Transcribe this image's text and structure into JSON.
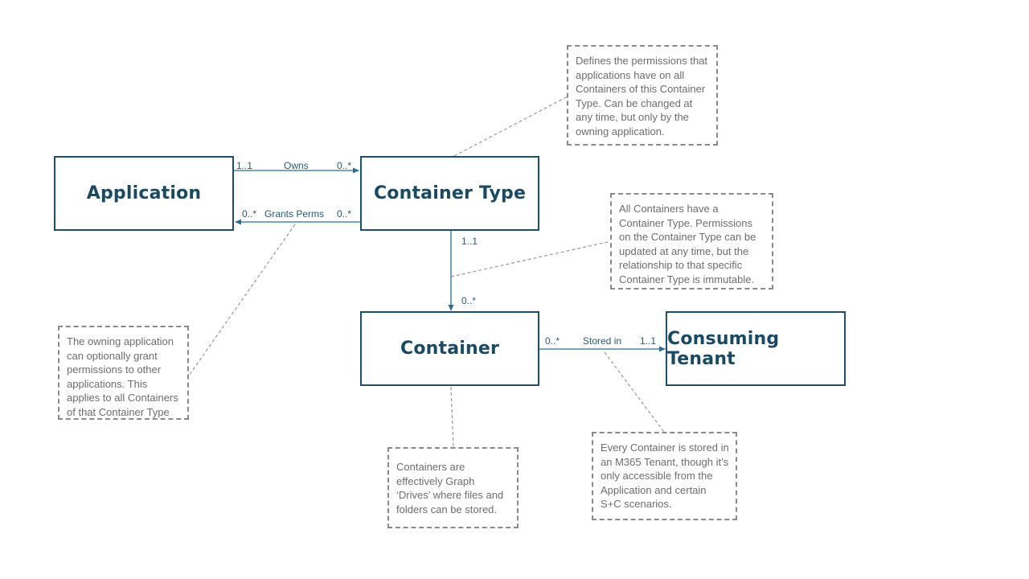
{
  "entities": {
    "application": "Application",
    "container_type": "Container Type",
    "container": "Container",
    "consuming_tenant": "Consuming Tenant"
  },
  "relationships": {
    "owns": {
      "label": "Owns",
      "source_multiplicity": "1..1",
      "target_multiplicity": "0..*"
    },
    "grants_perms": {
      "label": "Grants Perms",
      "source_multiplicity": "0..*",
      "target_multiplicity": "0..*"
    },
    "type_of": {
      "source_multiplicity": "1..1",
      "target_multiplicity": "0..*"
    },
    "stored_in": {
      "label": "Stored in",
      "source_multiplicity": "0..*",
      "target_multiplicity": "1..1"
    }
  },
  "notes": {
    "container_type_permissions": "Defines the permissions that applications have on all Containers of this Container Type. Can be changed at any time, but only by the owning application.",
    "container_type_relationship": "All Containers have a Container Type. Permissions on the Container Type can be updated at any time, but the relationship to that specific Container Type is immutable.",
    "grant_permissions": "The owning application can optionally grant permissions to other applications. This applies to all Containers of that Container Type",
    "containers_are_drives": "Containers are effectively Graph ‘Drives’ where files and folders can be stored.",
    "stored_in_tenant": "Every Container is stored in an M365  Tenant, though it’s only accessible from the Application and certain S+C scenarios."
  },
  "colors": {
    "entity_border": "#1f4e66",
    "entity_text": "#1a4a63",
    "connector": "#2e6d8e",
    "note_border": "#8a8a8a",
    "note_text": "#6d6d6d"
  }
}
